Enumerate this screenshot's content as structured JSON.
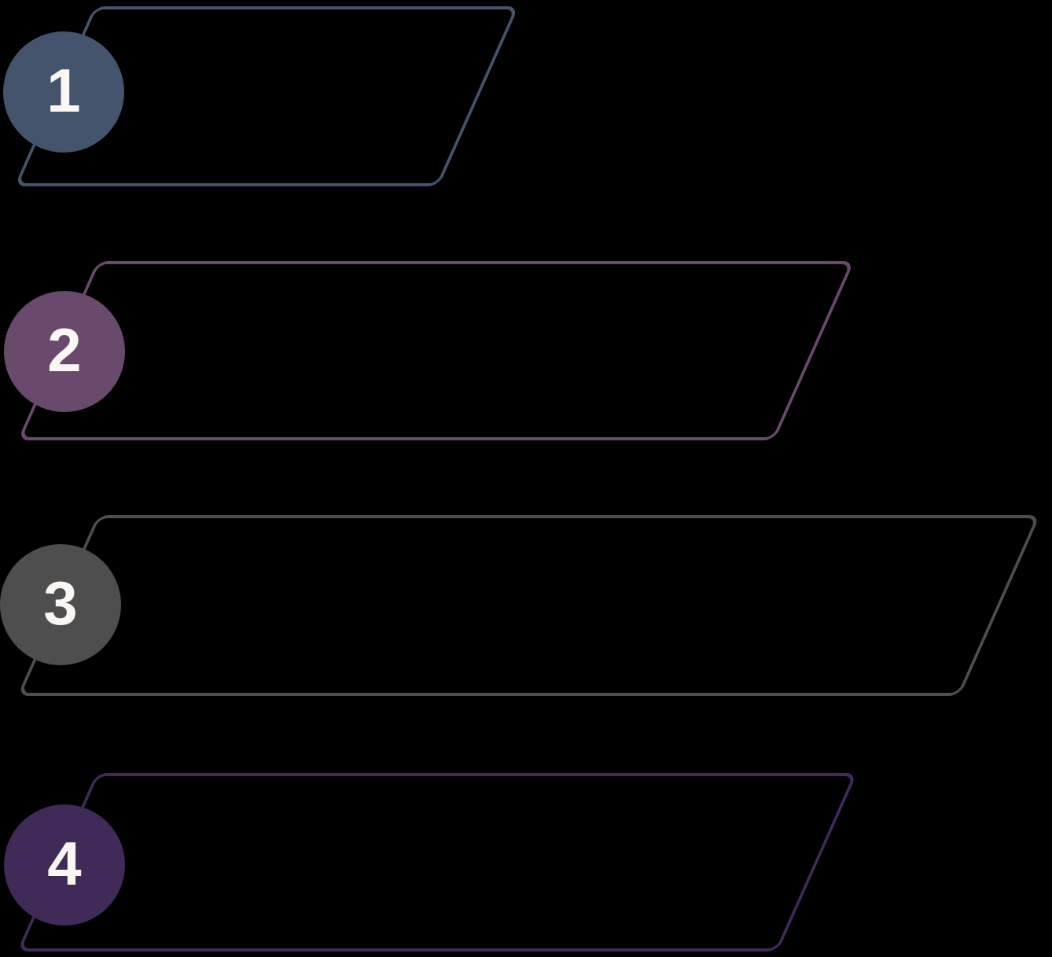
{
  "background": "#000000",
  "number_text_color": "#F9F6F3",
  "steps": [
    {
      "number": "1",
      "color": "#45546D"
    },
    {
      "number": "2",
      "color": "#6A4A6C"
    },
    {
      "number": "3",
      "color": "#4E4E4E"
    },
    {
      "number": "4",
      "color": "#3F2A58"
    }
  ]
}
